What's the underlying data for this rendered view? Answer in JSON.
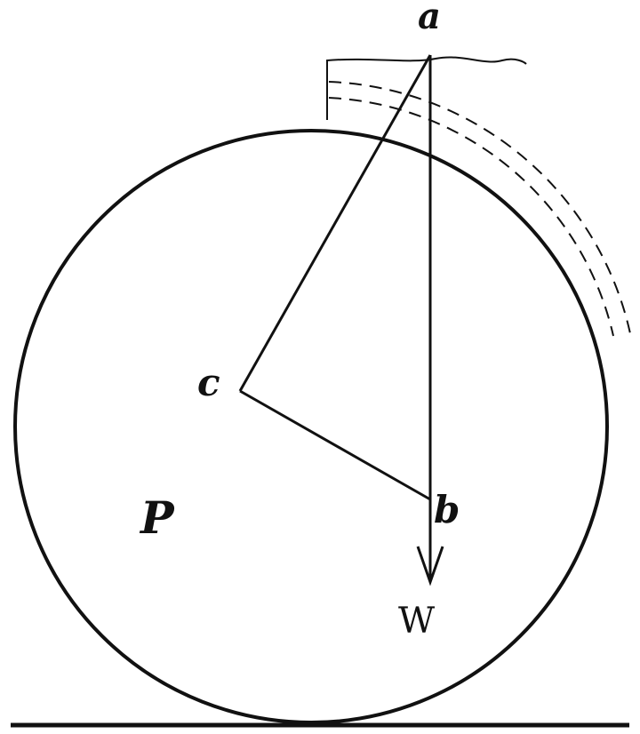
{
  "diagram": {
    "labels": {
      "a": "a",
      "b": "b",
      "c": "c",
      "P": "P",
      "W": "W"
    },
    "ink_color": "#111111",
    "background": "#ffffff"
  }
}
